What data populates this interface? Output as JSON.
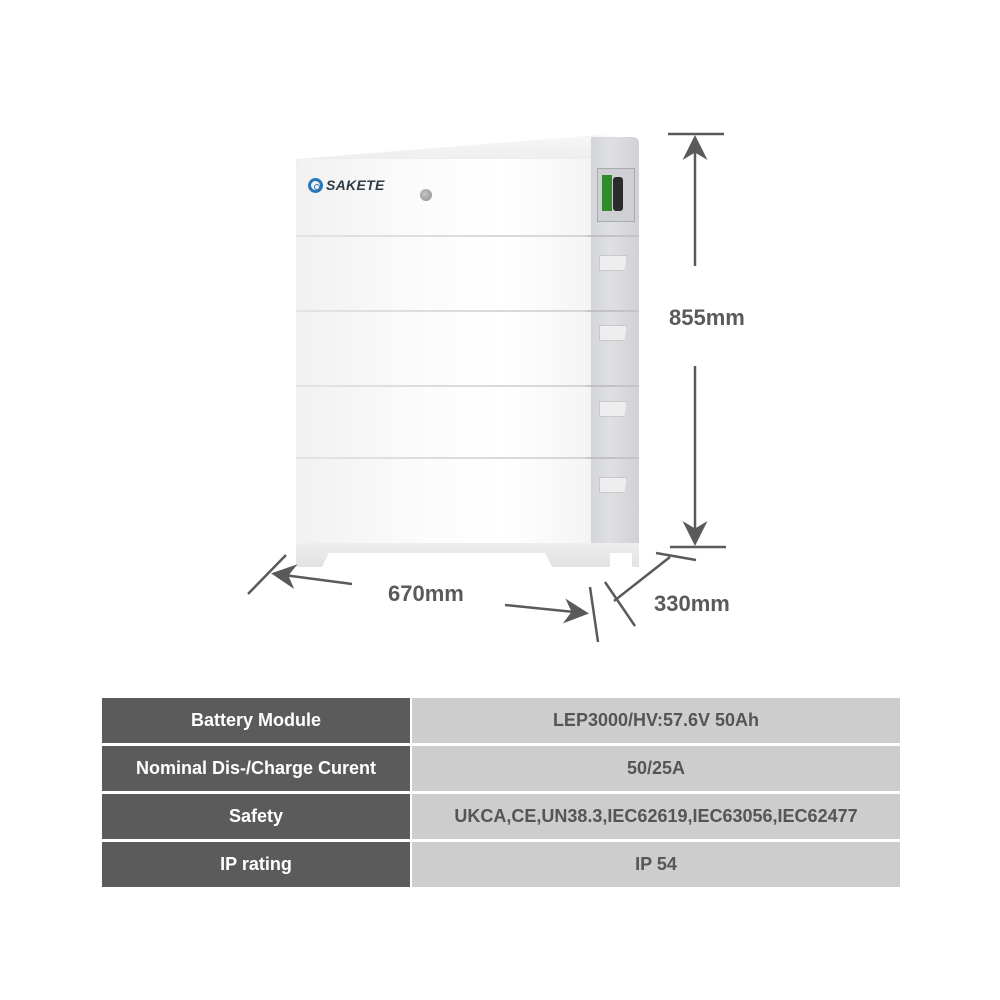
{
  "product": {
    "brand": "SAKETE",
    "logo_icon": "swirl-logo-icon",
    "module_count": 4,
    "colors": {
      "front": "#f7f7f7",
      "side": "#d6d7da",
      "logo": "#2a77b8",
      "port_green": "#2e8b2e"
    }
  },
  "dimensions": {
    "height": "855mm",
    "width": "670mm",
    "depth": "330mm",
    "line_color": "#5a5a5a"
  },
  "specs": {
    "header_bg": "#5b5b5b",
    "value_bg": "#cdcdcd",
    "rows": [
      {
        "label": "Battery Module",
        "value": "LEP3000/HV:57.6V 50Ah"
      },
      {
        "label": "Nominal Dis-/Charge Curent",
        "value": "50/25A"
      },
      {
        "label": "Safety",
        "value": "UKCA,CE,UN38.3,IEC62619,IEC63056,IEC62477"
      },
      {
        "label": "IP rating",
        "value": "IP 54"
      }
    ]
  }
}
